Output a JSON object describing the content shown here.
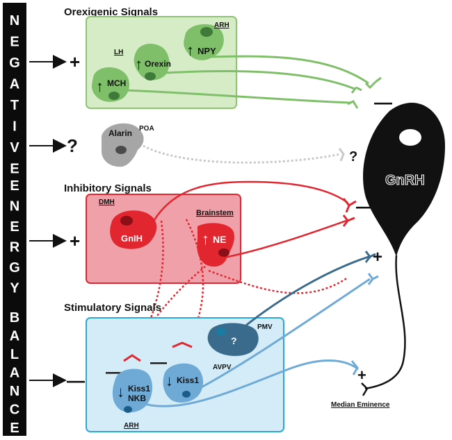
{
  "side_bar": {
    "letters": [
      "N",
      "E",
      "G",
      "A",
      "T",
      "I",
      "V",
      "E",
      "E",
      "N",
      "E",
      "R",
      "G",
      "Y",
      "B",
      "A",
      "L",
      "A",
      "N",
      "C",
      "E"
    ]
  },
  "groups": {
    "orexigenic": {
      "title": "Orexigenic Signals"
    },
    "inhibitory": {
      "title": "Inhibitory Signals"
    },
    "stimulatory": {
      "title": "Stimulatory Signals"
    }
  },
  "regions": {
    "arh_top": "ARH",
    "lh": "LH",
    "poa": "POA",
    "dmh": "DMH",
    "brainstem": "Brainstem",
    "pmv": "PMV",
    "avpv": "AVPV",
    "arh_bottom": "ARH",
    "median_eminence": "Median Eminence"
  },
  "neurons": {
    "npy": "NPY",
    "orexin": "Orexin",
    "mch": "MCH",
    "alarin": "Alarin",
    "gnih": "GnIH",
    "ne": "NE",
    "unknown": "?",
    "kiss1_avpv": "Kiss1",
    "kiss1_arh_line1": "Kiss1",
    "kiss1_arh_line2": "NKB",
    "gnrh": "GnRH"
  },
  "arrows": {
    "up": "↑",
    "down": "↓"
  },
  "signs": {
    "orexigenic_input": "+",
    "alarin_input": "?",
    "inhibitory_input": "+",
    "stimulatory_input": "—",
    "orexigenic_to_gnrh": "—",
    "alarin_to_gnrh": "?",
    "inhibitory_to_gnrh": "—",
    "stimulatory_to_gnrh": "+",
    "median_eminence": "+",
    "inhibit_arh": "—",
    "inhibit_avpv": "—"
  },
  "colors": {
    "green_box_fill": "#d6ecc7",
    "green_box_stroke": "#8cc46f",
    "green_cell": "#7fbf6a",
    "red_box_fill": "#f0a0a8",
    "red_box_stroke": "#e2262f",
    "red_cell": "#e2262f",
    "blue_box_fill": "#d3ecf7",
    "blue_box_stroke": "#2aa6d9",
    "blue_cell": "#6fa9d6",
    "dark_blue_cell": "#3a6a8c",
    "gray_cell": "#a6a6a6",
    "gnrh": "#111111"
  }
}
